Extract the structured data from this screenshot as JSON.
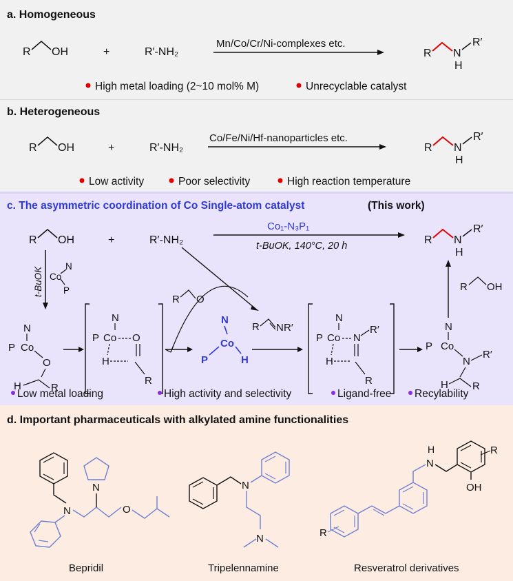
{
  "panel_a": {
    "title": "a. Homogeneous",
    "reactant1_R": "R",
    "reactant1_OH": "OH",
    "plus": "+",
    "reactant2": "R′-NH₂",
    "catalyst": "Mn/Co/Cr/Ni-complexes etc.",
    "product_R": "R",
    "product_N": "N",
    "product_H": "H",
    "product_Rp": "R′",
    "bullets": [
      "High metal loading (2~10 mol% M)",
      "Unrecyclable catalyst"
    ],
    "bullet_color": "#e00000"
  },
  "panel_b": {
    "title": "b. Heterogeneous",
    "reactant1_R": "R",
    "reactant1_OH": "OH",
    "plus": "+",
    "reactant2": "R′-NH₂",
    "catalyst": "Co/Fe/Ni/Hf-nanoparticles etc.",
    "product_R": "R",
    "product_N": "N",
    "product_H": "H",
    "product_Rp": "R′",
    "bullets": [
      "Low activity",
      "Poor selectivity",
      "High reaction temperature"
    ],
    "bullet_color": "#e00000"
  },
  "panel_c": {
    "title_blue": "c. The asymmetric coordination of Co Single-atom catalyst",
    "title_black": "(This work)",
    "reactant1_R": "R",
    "reactant1_OH": "OH",
    "plus": "+",
    "reactant2": "R′-NH₂",
    "catalyst": "Co₁-N₃P₁",
    "conditions": "t-BuOK, 140°C, 20 h",
    "base_label": "t-BuOK",
    "co_label": "Co",
    "n_label": "N",
    "p_label": "P",
    "o_label": "O",
    "h_label": "H",
    "r_label": "R",
    "imine": "R′",
    "alcohol_R": "R",
    "alcohol_OH": "OH",
    "bullets": [
      "Low metal loading",
      "High activity and  selectivity",
      "Ligand-free",
      "Recylability"
    ],
    "bullet_color": "#8a2be2",
    "accent": "#2f38d8"
  },
  "panel_d": {
    "title": "d. Important pharmaceuticals with alkylated amine functionalities",
    "drugs": [
      {
        "name": "Bepridil"
      },
      {
        "name": "Tripelennamine"
      },
      {
        "name": "Resveratrol derivatives"
      }
    ],
    "atoms": {
      "N": "N",
      "O": "O",
      "NH": "H",
      "OH": "OH",
      "R": "R"
    },
    "line_color": "#6e7fd2"
  }
}
